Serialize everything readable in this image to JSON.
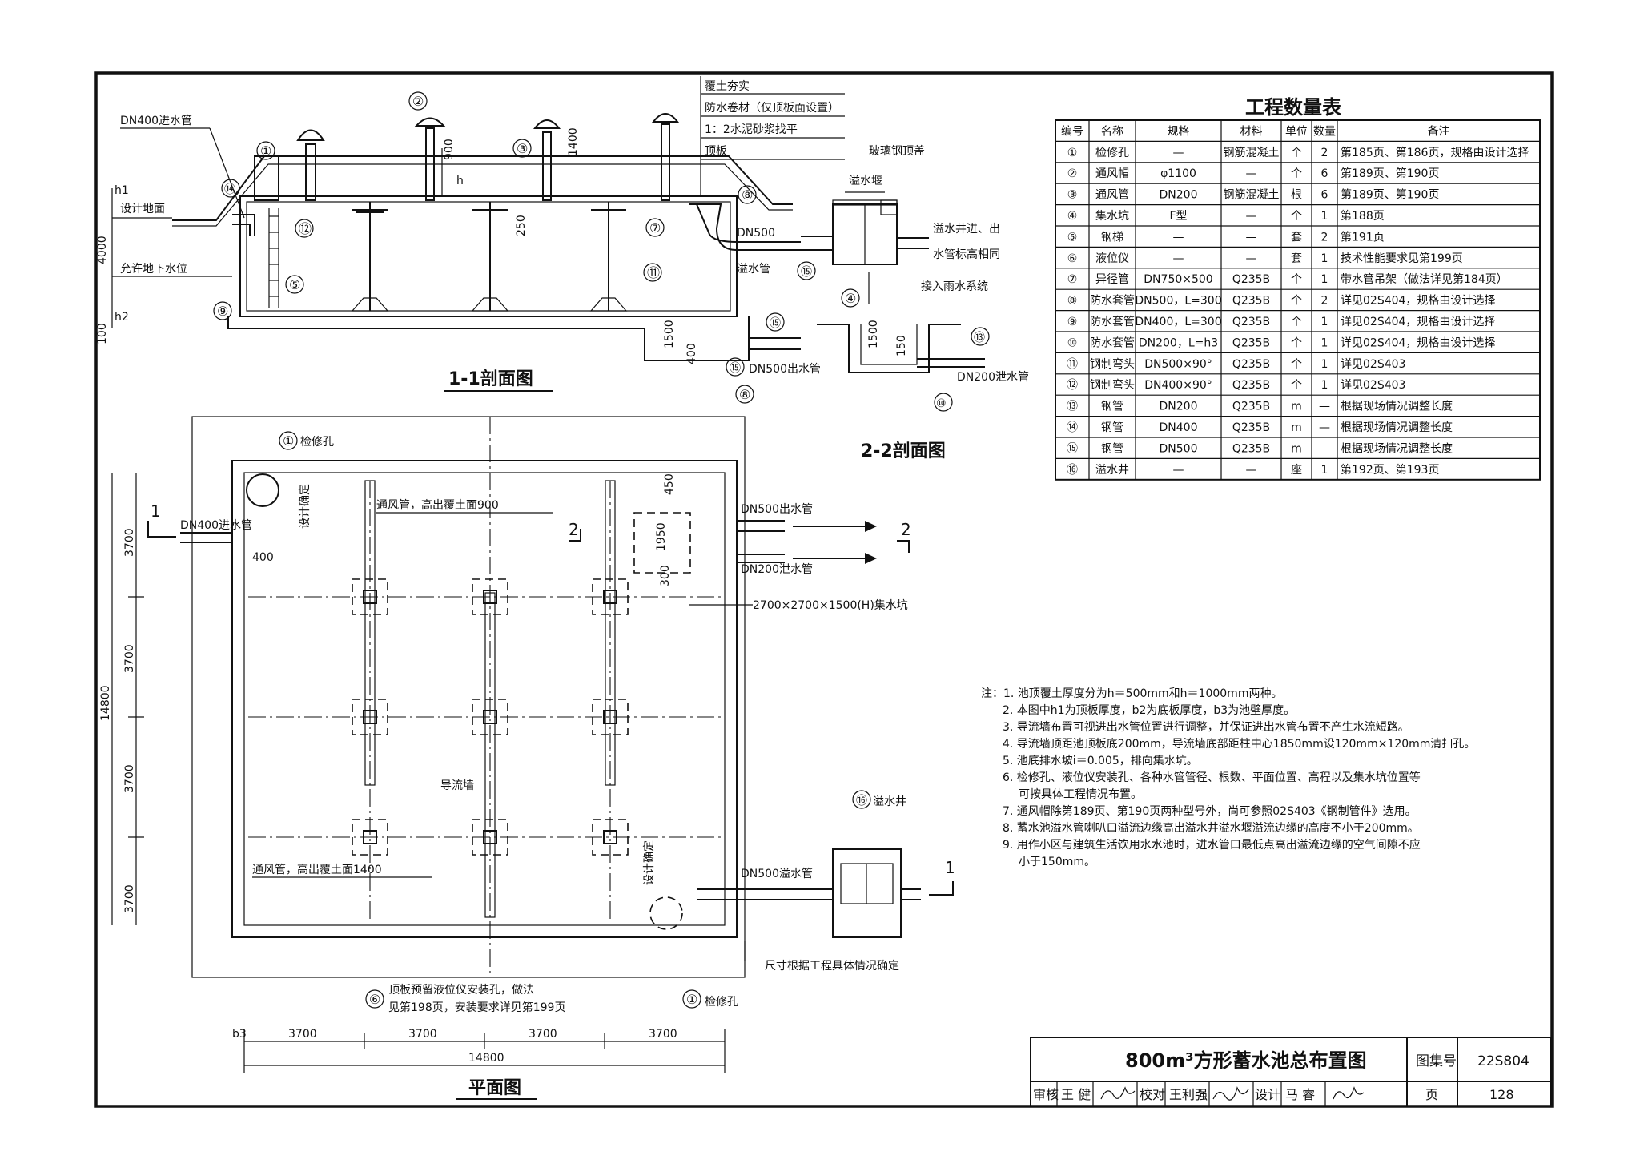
{
  "section_titles": {
    "section_1_1": "1-1剖面图",
    "section_2_2": "2-2剖面图",
    "plan": "平面图"
  },
  "section_labels": {
    "backfill": "覆土夯实",
    "waterproof": "防水卷材（仅顶板面设置）",
    "mortar": "1：2水泥砂浆找平",
    "roof_slab": "顶板",
    "glass_cover": "玻璃钢顶盖",
    "inlet_pipe": "DN400进水管",
    "ground": "设计地面",
    "groundwater": "允许地下水位",
    "weir": "溢水堰",
    "dn500": "DN500",
    "overflow_pipe": "溢水管",
    "in_out_well": "溢水井进、出",
    "elev_same": "水管标高相同",
    "to_storm": "接入雨水系统",
    "dn500_out": "DN500出水管",
    "dn200_drain": "DN200泄水管",
    "dim_900": "900",
    "dim_1400": "1400",
    "dim_250": "250",
    "dim_4000": "4000",
    "dim_100": "100",
    "dim_1500a": "1500",
    "dim_400": "400",
    "dim_1500b": "1500",
    "dim_150": "150",
    "h": "h",
    "h1": "h1",
    "h2": "h2"
  },
  "plan_labels": {
    "manhole_top": "检修孔",
    "vent_900": "通风管，高出覆土面900",
    "inlet": "DN400进水管",
    "dim_400": "400",
    "design_fix_1": "设计确定",
    "dn500_out": "DN500出水管",
    "dn200_drain": "DN200泄水管",
    "dim_450": "450",
    "dim_1950": "1950",
    "dim_300": "300",
    "sump": "2700×2700×1500(H)集水坑",
    "guide_wall": "导流墙",
    "vent_1400": "通风管，高出覆土面1400",
    "design_fix_2": "设计确定",
    "dn500_overflow": "DN500溢水管",
    "overflow_well": "溢水井",
    "size_note": "尺寸根据工程具体情况确定",
    "level_hole_1": "顶板预留液位仪安装孔，做法",
    "level_hole_2": "见第198页，安装要求详见第199页",
    "manhole_bottom": "检修孔",
    "dims_h": [
      "3700",
      "3700",
      "3700",
      "3700"
    ],
    "dims_v": [
      "3700",
      "3700",
      "3700",
      "3700"
    ],
    "total_h": "14800",
    "total_v": "14800",
    "cut_1": "1",
    "cut_2": "2",
    "b3": "b3"
  },
  "table": {
    "title": "工程数量表",
    "headers": [
      "编号",
      "名称",
      "规格",
      "材料",
      "单位",
      "数量",
      "备注"
    ],
    "rows": [
      [
        "①",
        "检修孔",
        "—",
        "钢筋混凝土",
        "个",
        "2",
        "第185页、第186页，规格由设计选择"
      ],
      [
        "②",
        "通风帽",
        "φ1100",
        "—",
        "个",
        "6",
        "第189页、第190页"
      ],
      [
        "③",
        "通风管",
        "DN200",
        "钢筋混凝土",
        "根",
        "6",
        "第189页、第190页"
      ],
      [
        "④",
        "集水坑",
        "F型",
        "—",
        "个",
        "1",
        "第188页"
      ],
      [
        "⑤",
        "钢梯",
        "—",
        "—",
        "套",
        "2",
        "第191页"
      ],
      [
        "⑥",
        "液位仪",
        "—",
        "—",
        "套",
        "1",
        "技术性能要求见第199页"
      ],
      [
        "⑦",
        "异径管",
        "DN750×500",
        "Q235B",
        "个",
        "1",
        "带水管吊架（做法详见第184页）"
      ],
      [
        "⑧",
        "防水套管",
        "DN500，L=300",
        "Q235B",
        "个",
        "2",
        "详见02S404，规格由设计选择"
      ],
      [
        "⑨",
        "防水套管",
        "DN400，L=300",
        "Q235B",
        "个",
        "1",
        "详见02S404，规格由设计选择"
      ],
      [
        "⑩",
        "防水套管",
        "DN200，L=h3",
        "Q235B",
        "个",
        "1",
        "详见02S404，规格由设计选择"
      ],
      [
        "⑪",
        "钢制弯头",
        "DN500×90°",
        "Q235B",
        "个",
        "1",
        "详见02S403"
      ],
      [
        "⑫",
        "钢制弯头",
        "DN400×90°",
        "Q235B",
        "个",
        "1",
        "详见02S403"
      ],
      [
        "⑬",
        "钢管",
        "DN200",
        "Q235B",
        "m",
        "—",
        "根据现场情况调整长度"
      ],
      [
        "⑭",
        "钢管",
        "DN400",
        "Q235B",
        "m",
        "—",
        "根据现场情况调整长度"
      ],
      [
        "⑮",
        "钢管",
        "DN500",
        "Q235B",
        "m",
        "—",
        "根据现场情况调整长度"
      ],
      [
        "⑯",
        "溢水井",
        "—",
        "—",
        "座",
        "1",
        "第192页、第193页"
      ]
    ]
  },
  "notes": [
    "注：1. 池顶覆土厚度分为h＝500mm和h＝1000mm两种。",
    "2. 本图中h1为顶板厚度，b2为底板厚度，b3为池壁厚度。",
    "3. 导流墙布置可视进出水管位置进行调整，并保证进出水管布置不产生水流短路。",
    "4. 导流墙顶距池顶板底200mm，导流墙底部距柱中心1850mm设120mm×120mm清扫孔。",
    "5. 池底排水坡i＝0.005，排向集水坑。",
    "6. 检修孔、液位仪安装孔、各种水管管径、根数、平面位置、高程以及集水坑位置等",
    "可按具体工程情况布置。",
    "7. 通风帽除第189页、第190页两种型号外，尚可参照02S403《钢制管件》选用。",
    "8. 蓄水池溢水管喇叭口溢流边缘高出溢水井溢水堰溢流边缘的高度不小于200mm。",
    "9. 用作小区与建筑生活饮用水水池时，进水管口最低点高出溢流边缘的空气间隙不应",
    "小于150mm。"
  ],
  "title_block": {
    "title": "800m³方形蓄水池总布置图",
    "atlas_label": "图集号",
    "atlas_no": "22S804",
    "review_label": "审核",
    "review_name": "王 健",
    "check_label": "校对",
    "check_name": "王利强",
    "design_label": "设计",
    "design_name": "马 睿",
    "page_label": "页",
    "page_no": "128"
  },
  "callouts": [
    "①",
    "②",
    "③",
    "④",
    "⑤",
    "⑥",
    "⑦",
    "⑧",
    "⑨",
    "⑩",
    "⑪",
    "⑫",
    "⑬",
    "⑭",
    "⑮",
    "⑯"
  ]
}
